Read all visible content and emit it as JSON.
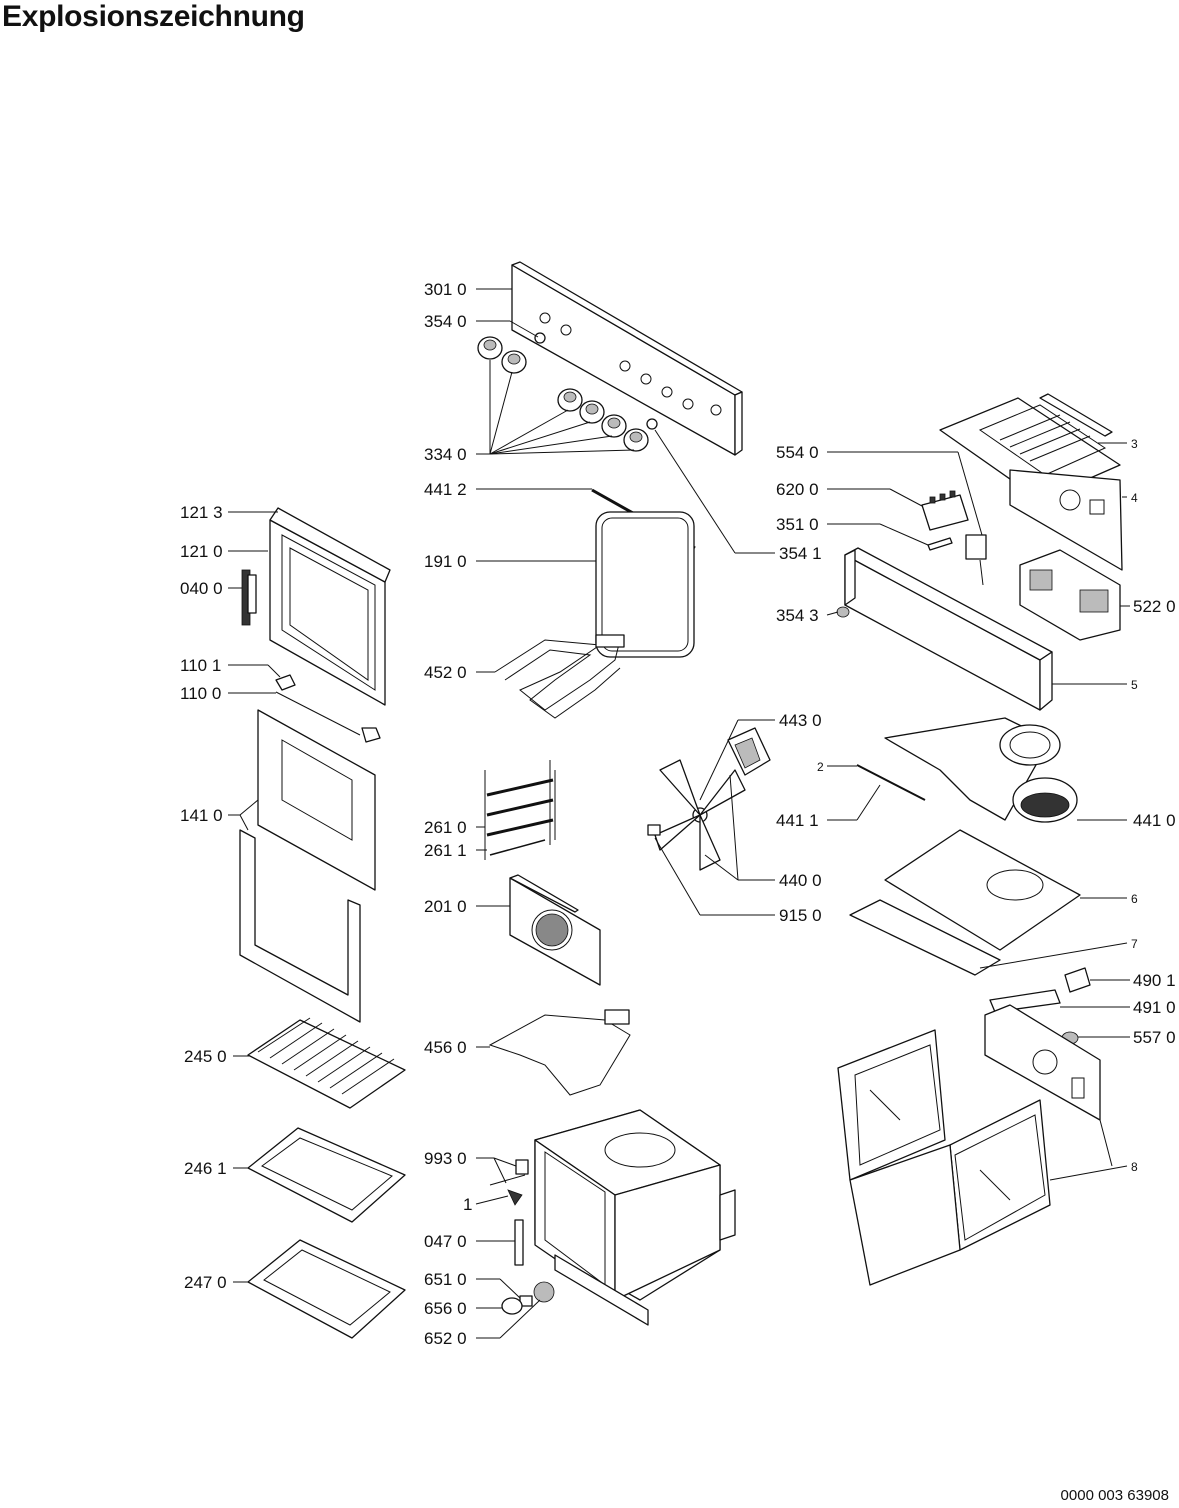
{
  "title": "Explosionszeichnung",
  "document_number": "0000 003 63908",
  "labels": {
    "l3010": "301 0",
    "l3540": "354 0",
    "l3340": "334 0",
    "l4412": "441 2",
    "l1910": "191 0",
    "l4520": "452 0",
    "l2610": "261 0",
    "l2611": "261 1",
    "l2010": "201 0",
    "l4560": "456 0",
    "l9930": "993 0",
    "l1": "1",
    "l0470": "047 0",
    "l6510": "651 0",
    "l6560": "656 0",
    "l6520": "652 0",
    "l1213": "121 3",
    "l1210": "121 0",
    "l0400": "040 0",
    "l1101": "110 1",
    "l1100": "110 0",
    "l1410": "141 0",
    "l2450": "245 0",
    "l2461": "246 1",
    "l2470": "247 0",
    "l5540": "554 0",
    "l6200": "620 0",
    "l3510": "351 0",
    "l3541": "354 1",
    "l3543": "354 3",
    "l3": "3",
    "l4": "4",
    "l5220": "522 0",
    "l5": "5",
    "l4430": "443 0",
    "l2": "2",
    "l4411": "441 1",
    "l4410": "441 0",
    "l4400": "440 0",
    "l9150": "915 0",
    "l6": "6",
    "l7": "7",
    "l4901": "490 1",
    "l4910": "491 0",
    "l5570": "557 0",
    "l8": "8"
  }
}
